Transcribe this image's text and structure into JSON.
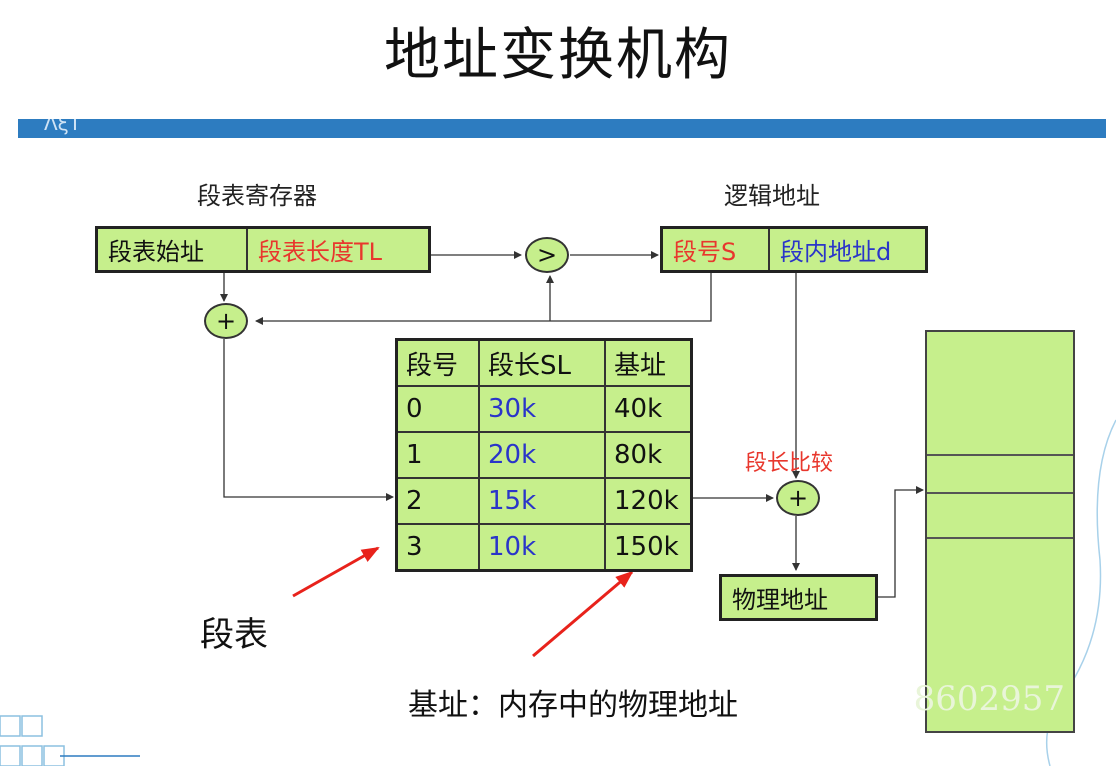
{
  "title": "地址变换机构",
  "banner_text": "ΛξΤ",
  "segment_register": {
    "label": "段表寄存器",
    "start_address": "段表始址",
    "length": "段表长度TL"
  },
  "logical_address": {
    "label": "逻辑地址",
    "segment_number": "段号S",
    "offset": "段内地址d"
  },
  "compare_symbol": ">",
  "adder_symbol": "+",
  "segment_table": {
    "headers": [
      "段号",
      "段长SL",
      "基址"
    ],
    "rows": [
      [
        "0",
        "30k",
        "40k"
      ],
      [
        "1",
        "20k",
        "80k"
      ],
      [
        "2",
        "15k",
        "120k"
      ],
      [
        "3",
        "10k",
        "150k"
      ]
    ]
  },
  "length_compare_label": "段长比较",
  "physical_address": "物理地址",
  "annotations": {
    "segment_table": "段表",
    "base_address": "基址：内存中的物理地址"
  },
  "memory_watermark": "8602957",
  "colors": {
    "box_fill": "#c6ef8c",
    "red_text": "#e8372d",
    "blue_text": "#2a35c9",
    "banner": "#2d7cc0"
  }
}
